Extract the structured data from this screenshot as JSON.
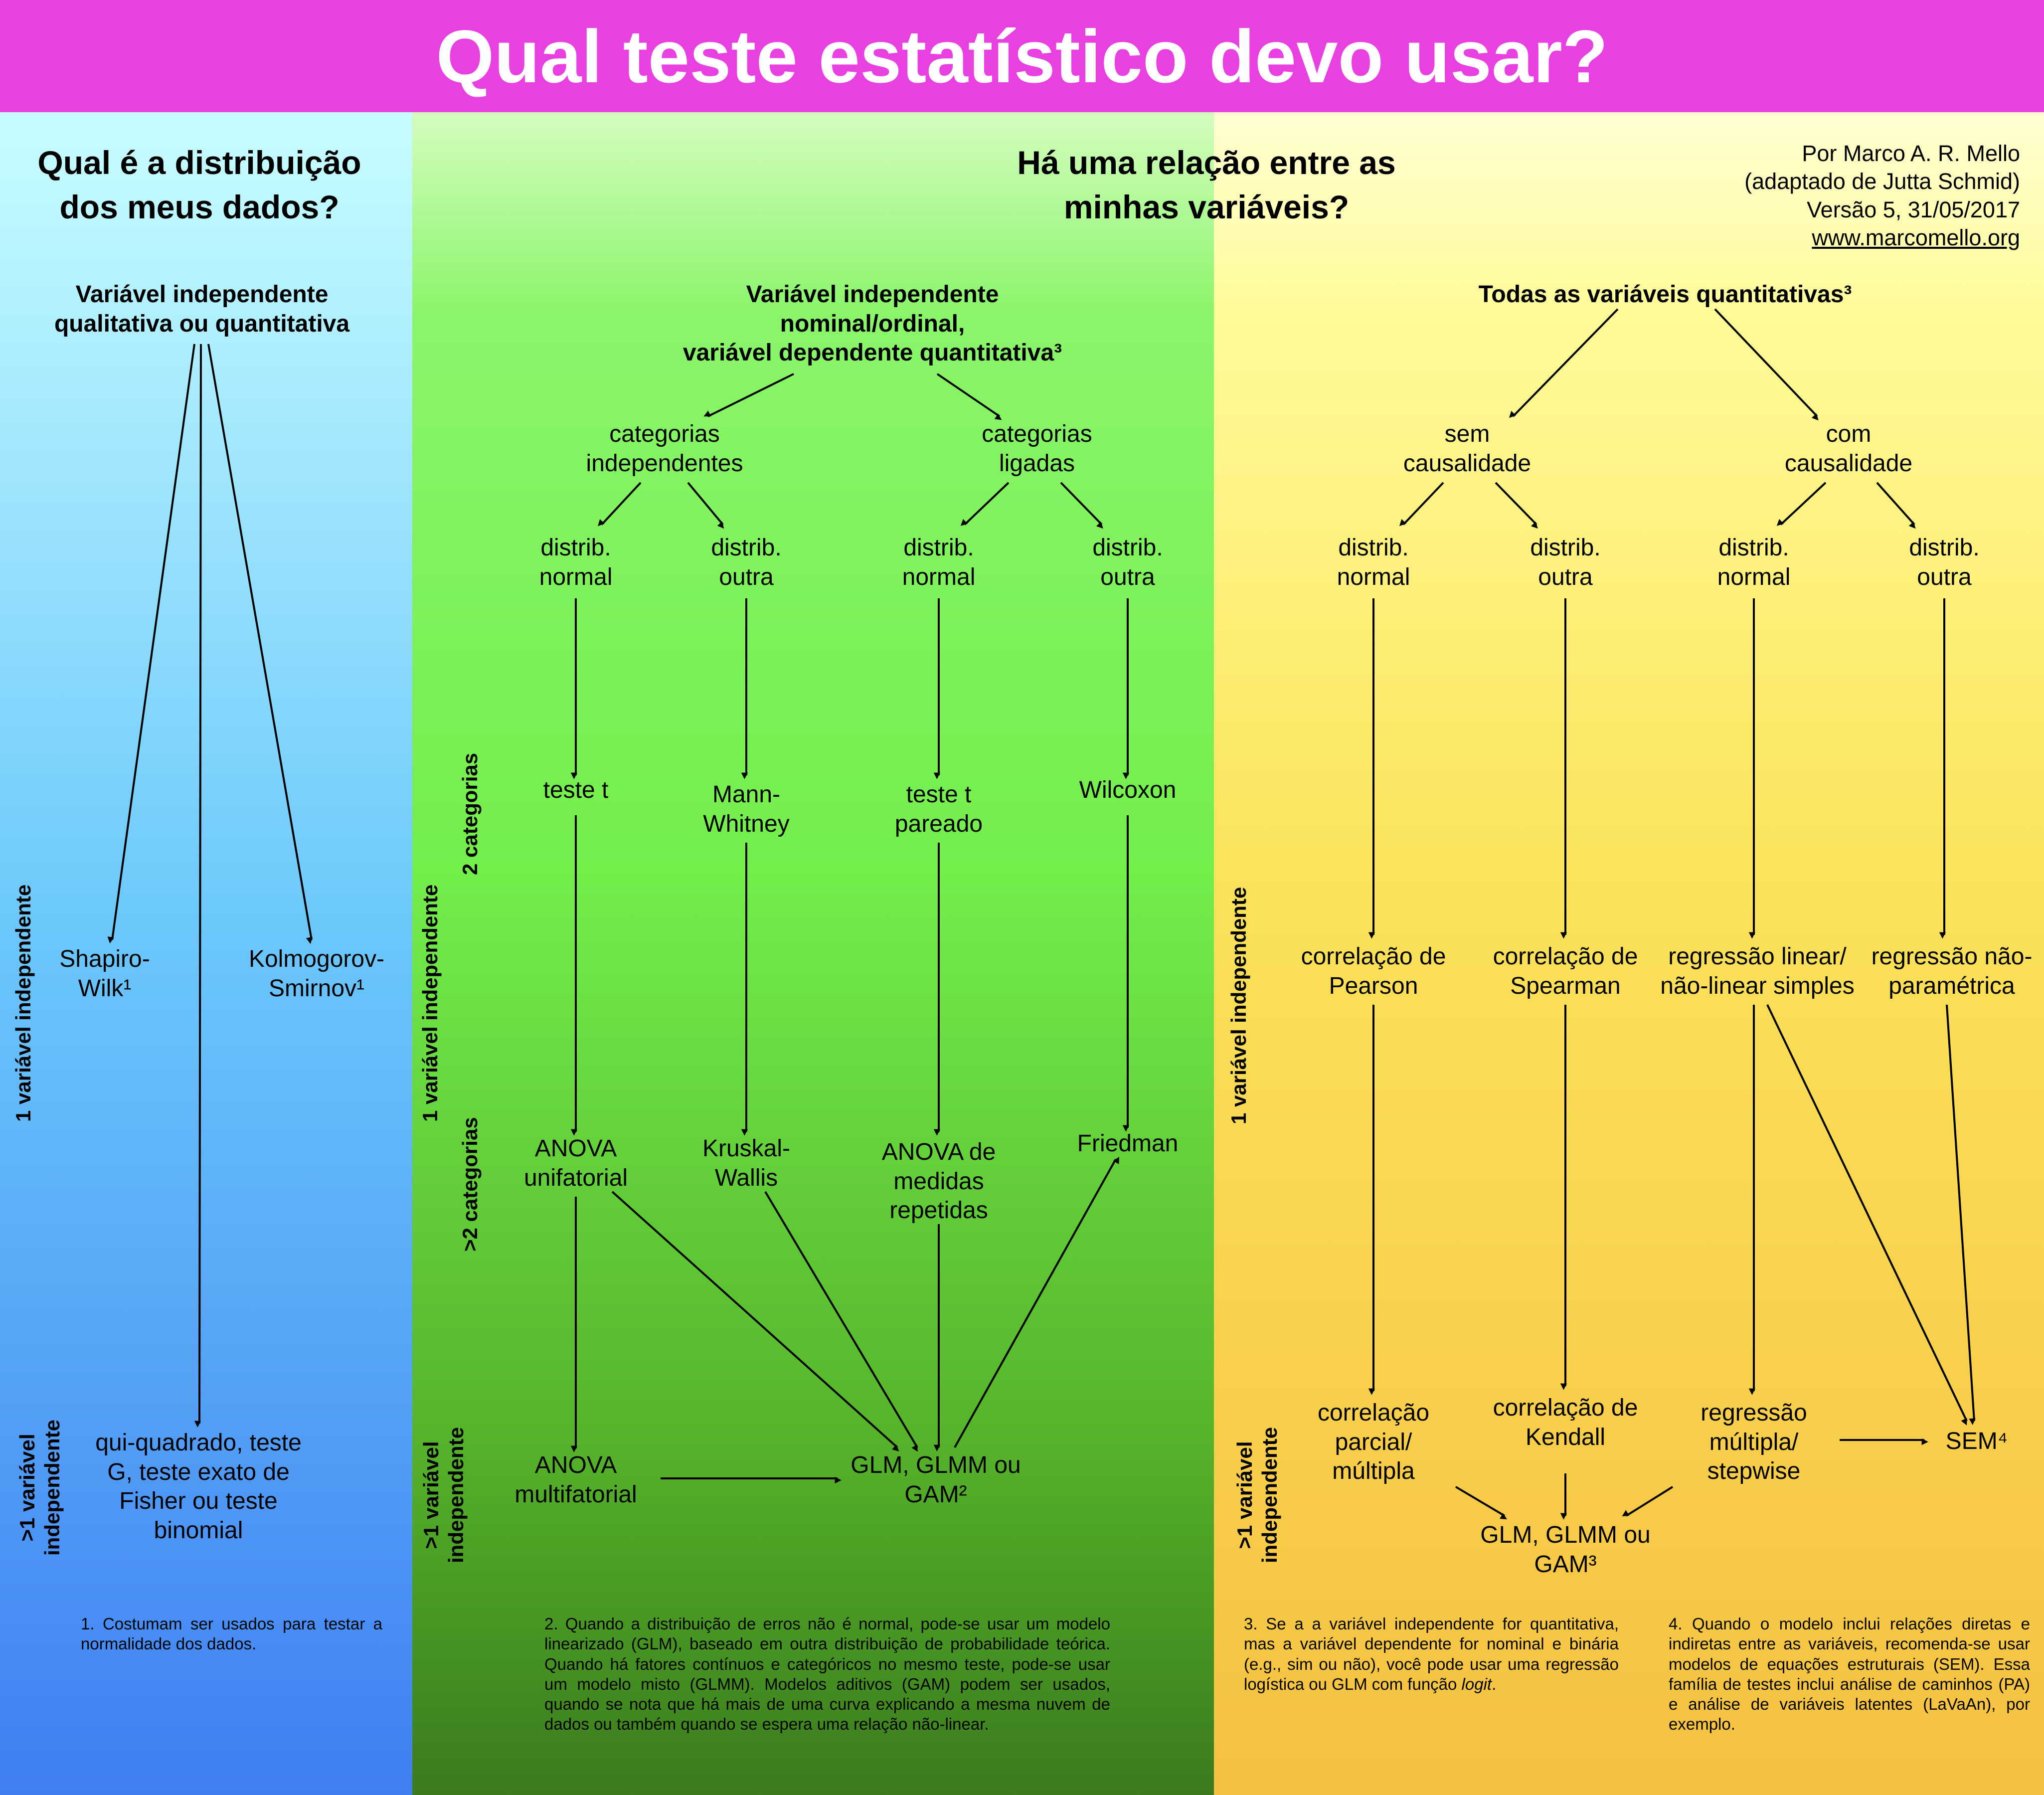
{
  "title": "Qual teste estatístico devo usar?",
  "credit": {
    "author": "Por Marco A. R. Mello",
    "adapted": "(adaptado de Jutta Schmid)",
    "version": "Versão 5, 31/05/2017",
    "url": "www.marcomello.org"
  },
  "colors": {
    "title_bar": "#e940e1",
    "left_column": "#6cc8fb",
    "middle_column": "#73ee4b",
    "right_column": "#fbe35a"
  },
  "left": {
    "question": [
      "Qual é a distribuição",
      "dos meus dados?"
    ],
    "header": [
      "Variável independente",
      "qualitativa ou quantitativa"
    ],
    "shapiro": [
      "Shapiro-",
      "Wilk¹"
    ],
    "kolmogorov": [
      "Kolmogorov-",
      "Smirnov¹"
    ],
    "chi": [
      "qui-quadrado, teste",
      "G, teste exato de",
      "Fisher ou  teste",
      "binomial"
    ],
    "row_label_one": "1 variável independente",
    "row_label_many": [
      ">1 variável",
      "independente"
    ],
    "footnote": "1. Costumam ser usados para testar a normalidade dos dados."
  },
  "middle": {
    "question": [
      "Há uma relação entre as",
      "minhas variáveis?"
    ],
    "header": [
      "Variável independente",
      "nominal/ordinal,",
      "variável dependente quantitativa³"
    ],
    "cat_ind": [
      "categorias",
      "independentes"
    ],
    "cat_lig": [
      "categorias",
      "ligadas"
    ],
    "normal_1": [
      "distrib.",
      "normal"
    ],
    "outra_1": [
      "distrib.",
      "outra"
    ],
    "normal_2": [
      "distrib.",
      "normal"
    ],
    "outra_2": [
      "distrib.",
      "outra"
    ],
    "teste_t": "teste t",
    "mann": [
      "Mann-",
      "Whitney"
    ],
    "teste_t_pareado": [
      "teste t",
      "pareado"
    ],
    "wilcoxon": "Wilcoxon",
    "anova_uni": [
      "ANOVA",
      "unifatorial"
    ],
    "kruskal": [
      "Kruskal-",
      "Wallis"
    ],
    "anova_rep": [
      "ANOVA de",
      "medidas",
      "repetidas"
    ],
    "friedman": "Friedman",
    "anova_multi": [
      "ANOVA",
      "multifatorial"
    ],
    "glm": [
      "GLM, GLMM ou",
      "GAM²"
    ],
    "row_label_one": "1 variável independente",
    "row_label_two_cat": "2 categorias",
    "row_label_more_cat": ">2 categorias",
    "row_label_many": [
      ">1 variável",
      "independente"
    ],
    "footnote": "2. Quando a distribuição de erros não é normal, pode-se usar um modelo linearizado (GLM), baseado em outra distribuição de probabilidade teórica. Quando há fatores contínuos e categóricos no mesmo teste, pode-se usar um modelo misto (GLMM). Modelos aditivos (GAM) podem ser usados, quando se nota que há mais de uma curva explicando a mesma nuvem de dados ou também quando se espera uma relação não-linear."
  },
  "right": {
    "header": "Todas as variáveis quantitativas³",
    "sem": [
      "sem",
      "causalidade"
    ],
    "com": [
      "com",
      "causalidade"
    ],
    "normal_1": [
      "distrib.",
      "normal"
    ],
    "outra_1": [
      "distrib.",
      "outra"
    ],
    "normal_2": [
      "distrib.",
      "normal"
    ],
    "outra_2": [
      "distrib.",
      "outra"
    ],
    "pearson": [
      "correlação de",
      "Pearson"
    ],
    "spearman": [
      "correlação de",
      "Spearman"
    ],
    "regressao_linear": [
      "regressão linear/",
      "não-linear simples"
    ],
    "regressao_nao_param": [
      "regressão não-",
      "paramétrica"
    ],
    "parcial": [
      "correlação",
      "parcial/",
      "múltipla"
    ],
    "kendall": [
      "correlação de",
      "Kendall"
    ],
    "multipla": [
      "regressão",
      "múltipla/",
      "stepwise"
    ],
    "sem_model": "SEM⁴",
    "glm": [
      "GLM, GLMM ou",
      "GAM³"
    ],
    "row_label_one": "1 variável independente",
    "row_label_many": [
      ">1 variável",
      "independente"
    ],
    "footnote_3": {
      "before": "3. Se a a variável independente for quantitativa, mas a variável dependente for nominal e binária (e.g., sim ou não), você pode usar uma regressão logística ou GLM com função ",
      "italic": "logit",
      "after": "."
    },
    "footnote_4": "4. Quando o modelo inclui relações diretas e indiretas entre as variáveis, recomenda-se usar modelos de equações estruturais (SEM). Essa família de testes inclui análise de caminhos (PA) e análise de variáveis latentes (LaVaAn), por exemplo."
  }
}
